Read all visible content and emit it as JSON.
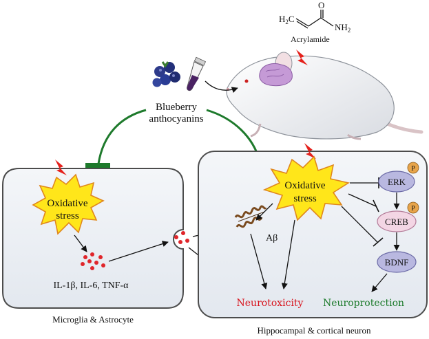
{
  "chemical": {
    "formula_h2c": "H",
    "formula_h2c_sub": "2",
    "formula_h2c_c": "C",
    "formula_o": "O",
    "formula_nh2": "NH",
    "formula_nh2_sub": "2",
    "name": "Acrylamide"
  },
  "intervention": {
    "line1": "Blueberry",
    "line2": "anthocyanins"
  },
  "microglia": {
    "oxidative_line1": "Oxidative",
    "oxidative_line2": "stress",
    "cytokines": "IL-1β, IL-6, TNF-α",
    "caption": "Microglia & Astrocyte"
  },
  "neuron": {
    "oxidative_line1": "Oxidative",
    "oxidative_line2": "stress",
    "abeta": "Aβ",
    "erk": "ERK",
    "creb": "CREB",
    "bdnf": "BDNF",
    "phospho": "P",
    "neurotoxicity": "Neurotoxicity",
    "neuroprotection": "Neuroprotection",
    "caption": "Hippocampal & cortical neuron"
  },
  "colors": {
    "inhibit_green": "#1e7a2c",
    "neurotoxicity_red": "#d8121b",
    "neuroprotection_green": "#1b7a2a",
    "starburst_fill": "#ffe61a",
    "starburst_stroke": "#e0871d",
    "cell_fill": "#eef2f7",
    "node_fill": "#b9b8e0",
    "phospho_fill": "#e7a44a"
  }
}
